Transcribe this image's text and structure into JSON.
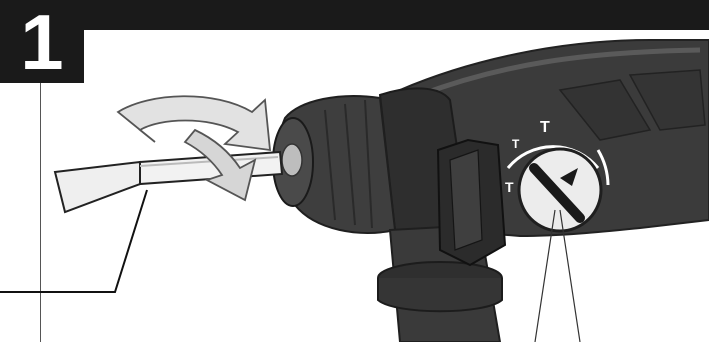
{
  "step": {
    "number": "1"
  },
  "dial": {
    "markings": [
      "T",
      "T",
      "T"
    ]
  },
  "icons": {
    "rotation_arrow": "curved-rotation-arrow-icon",
    "drill": "rotary-hammer-drill",
    "chisel": "flat-chisel-bit",
    "dial": "mode-selector-dial"
  },
  "colors": {
    "band": "#1a1a1a",
    "drill_body": "#3b3b3b",
    "chisel": "#eeeeee"
  }
}
